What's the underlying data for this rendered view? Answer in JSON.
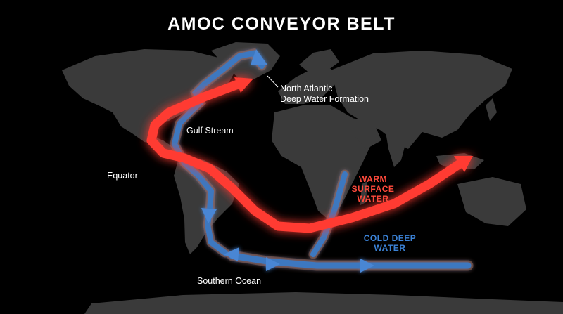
{
  "title": "AMOC CONVEYOR BELT",
  "labels": {
    "nadw_line1": "North Atlantic",
    "nadw_line2": "Deep Water Formation",
    "gulf_stream": "Gulf Stream",
    "equator": "Equator",
    "southern_ocean": "Southern Ocean",
    "warm_line1": "WARM",
    "warm_line2": "SURFACE",
    "warm_line3": "WATER",
    "cold_line1": "COLD DEEP",
    "cold_line2": "WATER"
  },
  "colors": {
    "background": "#000000",
    "land": "#3a3a3a",
    "warm_current": "#ff3b33",
    "cold_current": "#3e78c0",
    "text": "#ffffff"
  },
  "icons": {
    "warm_arrow": "red-glowing-arrow",
    "cold_arrow": "blue-arrow"
  }
}
